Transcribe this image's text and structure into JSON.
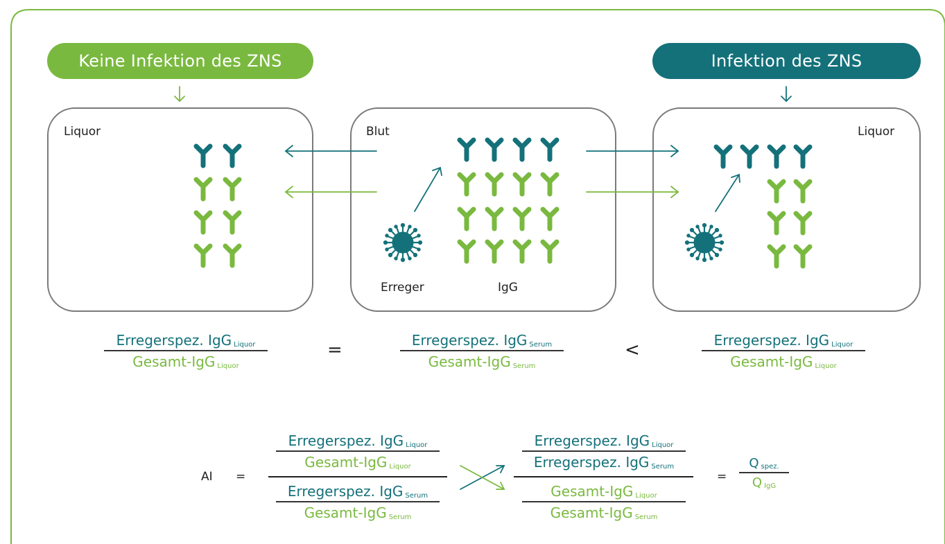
{
  "colors": {
    "teal": "#14717a",
    "green": "#7ab93f",
    "border": "#7a7a7a",
    "frame": "#7ab93f"
  },
  "headers": {
    "left": "Keine Infektion des ZNS",
    "right": "Infektion des ZNS"
  },
  "boxes": {
    "left_label": "Liquor",
    "center_label": "Blut",
    "right_label": "Liquor",
    "pathogen_label": "Erreger",
    "igg_label": "IgG"
  },
  "icons": {
    "antibody": "antibody-icon",
    "virus": "virus-icon",
    "arrow": "arrow-icon"
  },
  "formula1": {
    "f1_num": "Erregerspez. IgG",
    "f1_num_sub": "Liquor",
    "f1_den": "Gesamt-IgG",
    "f1_den_sub": "Liquor",
    "op1": "=",
    "f2_num": "Erregerspez. IgG",
    "f2_num_sub": "Serum",
    "f2_den": "Gesamt-IgG",
    "f2_den_sub": "Serum",
    "op2": "<",
    "f3_num": "Erregerspez. IgG",
    "f3_num_sub": "Liquor",
    "f3_den": "Gesamt-IgG",
    "f3_den_sub": "Liquor"
  },
  "formula2": {
    "ai": "AI",
    "eq1": "=",
    "eq2": "=",
    "a_top_num": "Erregerspez. IgG",
    "a_top_num_sub": "Liquor",
    "a_top_den": "Gesamt-IgG",
    "a_top_den_sub": "Liquor",
    "a_bot_num": "Erregerspez. IgG",
    "a_bot_num_sub": "Serum",
    "a_bot_den": "Gesamt-IgG",
    "a_bot_den_sub": "Serum",
    "b_top_num": "Erregerspez. IgG",
    "b_top_num_sub": "Liquor",
    "b_top_den": "Erregerspez. IgG",
    "b_top_den_sub": "Serum",
    "b_bot_num": "Gesamt-IgG",
    "b_bot_num_sub": "Liquor",
    "b_bot_den": "Gesamt-IgG",
    "b_bot_den_sub": "Serum",
    "q_num": "Q",
    "q_num_sub": "spez.",
    "q_den": "Q",
    "q_den_sub": "IgG"
  }
}
